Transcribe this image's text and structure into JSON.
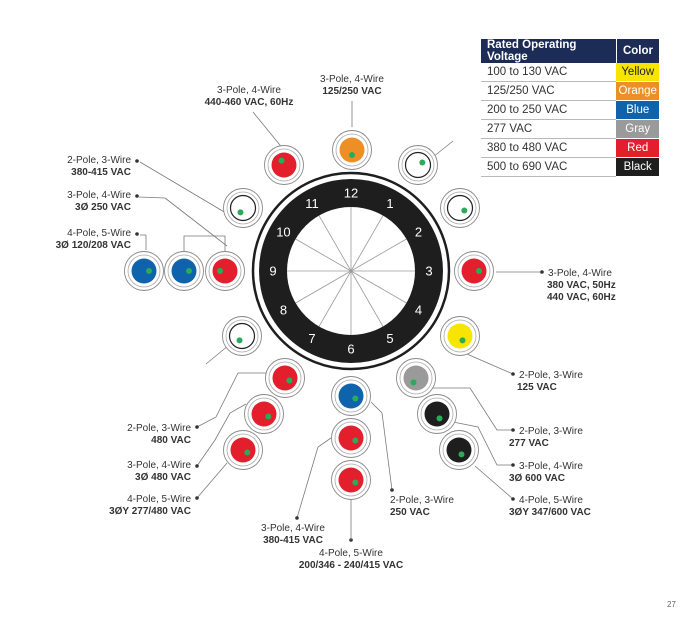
{
  "legend": {
    "header_voltage": "Rated Operating Voltage",
    "header_color": "Color",
    "rows": [
      {
        "voltage": "100 to 130 VAC",
        "color_name": "Yellow",
        "hex": "#f7e500",
        "text": "#222222"
      },
      {
        "voltage": "125/250 VAC",
        "color_name": "Orange",
        "hex": "#ee8f25",
        "text": "#ffffff"
      },
      {
        "voltage": "200 to 250 VAC",
        "color_name": "Blue",
        "hex": "#0f63ad",
        "text": "#ffffff"
      },
      {
        "voltage": "277 VAC",
        "color_name": "Gray",
        "hex": "#9a9a9a",
        "text": "#ffffff"
      },
      {
        "voltage": "380 to 480 VAC",
        "color_name": "Red",
        "hex": "#e31e2d",
        "text": "#ffffff"
      },
      {
        "voltage": "500 to 690 VAC",
        "color_name": "Black",
        "hex": "#1e1e1e",
        "text": "#ffffff"
      }
    ]
  },
  "clock": {
    "hours": [
      "12",
      "1",
      "2",
      "3",
      "4",
      "5",
      "6",
      "7",
      "8",
      "9",
      "10",
      "11"
    ]
  },
  "colors": {
    "red": "#e31e2d",
    "orange": "#ee8f25",
    "blue": "#0f63ad",
    "yellow": "#f7e500",
    "gray": "#9a9a9a",
    "black": "#1e1e1e",
    "white": "#ffffff",
    "dot": "#2aab5a",
    "ring": "#1e1e1e",
    "leader": "#7a7a7a"
  },
  "labels": {
    "p12": {
      "line1": "3-Pole, 4-Wire",
      "line2": "125/250 VAC"
    },
    "p11": {
      "line1": "3-Pole, 4-Wire",
      "line2": "440-460 VAC, 60Hz"
    },
    "p10a": {
      "line1": "2-Pole, 3-Wire",
      "line2": "380-415 VAC"
    },
    "p10b": {
      "line1": "3-Pole, 4-Wire",
      "line2": "3Ø 250 VAC"
    },
    "p9": {
      "line1": "4-Pole, 5-Wire",
      "line2": "3Ø 120/208 VAC"
    },
    "p3": {
      "line1": "3-Pole, 4-Wire",
      "line2": "380 VAC, 50Hz",
      "line3": "440 VAC, 60Hz"
    },
    "p4": {
      "line1": "2-Pole, 3-Wire",
      "line2": "125 VAC"
    },
    "p5a": {
      "line1": "2-Pole, 3-Wire",
      "line2": "277 VAC"
    },
    "p5b": {
      "line1": "3-Pole, 4-Wire",
      "line2": "3Ø 600 VAC"
    },
    "p5c": {
      "line1": "4-Pole, 5-Wire",
      "line2": "3ØY 347/600 VAC"
    },
    "p6a": {
      "line1": "2-Pole, 3-Wire",
      "line2": "250 VAC"
    },
    "p6b": {
      "line1": "3-Pole, 4-Wire",
      "line2": "380-415 VAC"
    },
    "p6c": {
      "line1": "4-Pole, 5-Wire",
      "line2": "200/346 - 240/415 VAC"
    },
    "p7a": {
      "line1": "2-Pole, 3-Wire",
      "line2": "480 VAC"
    },
    "p7b": {
      "line1": "3-Pole, 4-Wire",
      "line2": "3Ø 480 VAC"
    },
    "p7c": {
      "line1": "4-Pole, 5-Wire",
      "line2": "3ØY 277/480 VAC"
    }
  },
  "page_number": "27"
}
